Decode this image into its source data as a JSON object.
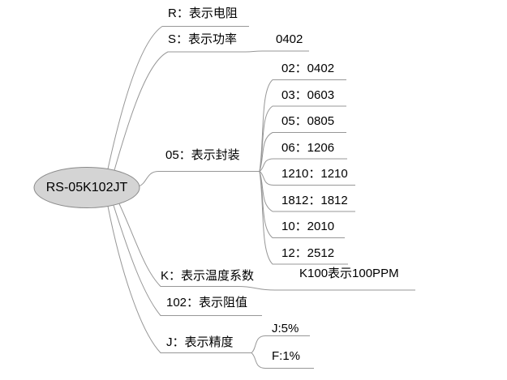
{
  "diagram": {
    "type": "mindmap",
    "root": {
      "label": "RS-05K102JT"
    },
    "branches": [
      {
        "label": "R：表示电阻",
        "children": []
      },
      {
        "label": "S：表示功率",
        "children": [
          {
            "label": "0402"
          }
        ]
      },
      {
        "label": "05：表示封装",
        "children": [
          {
            "label": "02：0402"
          },
          {
            "label": "03：0603"
          },
          {
            "label": "05：0805"
          },
          {
            "label": "06：1206"
          },
          {
            "label": "1210：1210"
          },
          {
            "label": "1812：1812"
          },
          {
            "label": "10：2010"
          },
          {
            "label": "12：2512"
          }
        ]
      },
      {
        "label": "K：表示温度系数",
        "children": [
          {
            "label": "K100表示100PPM"
          }
        ]
      },
      {
        "label": "102：表示阻值",
        "children": []
      },
      {
        "label": "J：表示精度",
        "children": [
          {
            "label": "J:5%"
          },
          {
            "label": "F:1%"
          }
        ]
      }
    ],
    "colors": {
      "background": "#ffffff",
      "node_fill": "#d4d4d4",
      "node_border": "#8a8a8a",
      "connector": "#979797",
      "text": "#000000"
    }
  }
}
